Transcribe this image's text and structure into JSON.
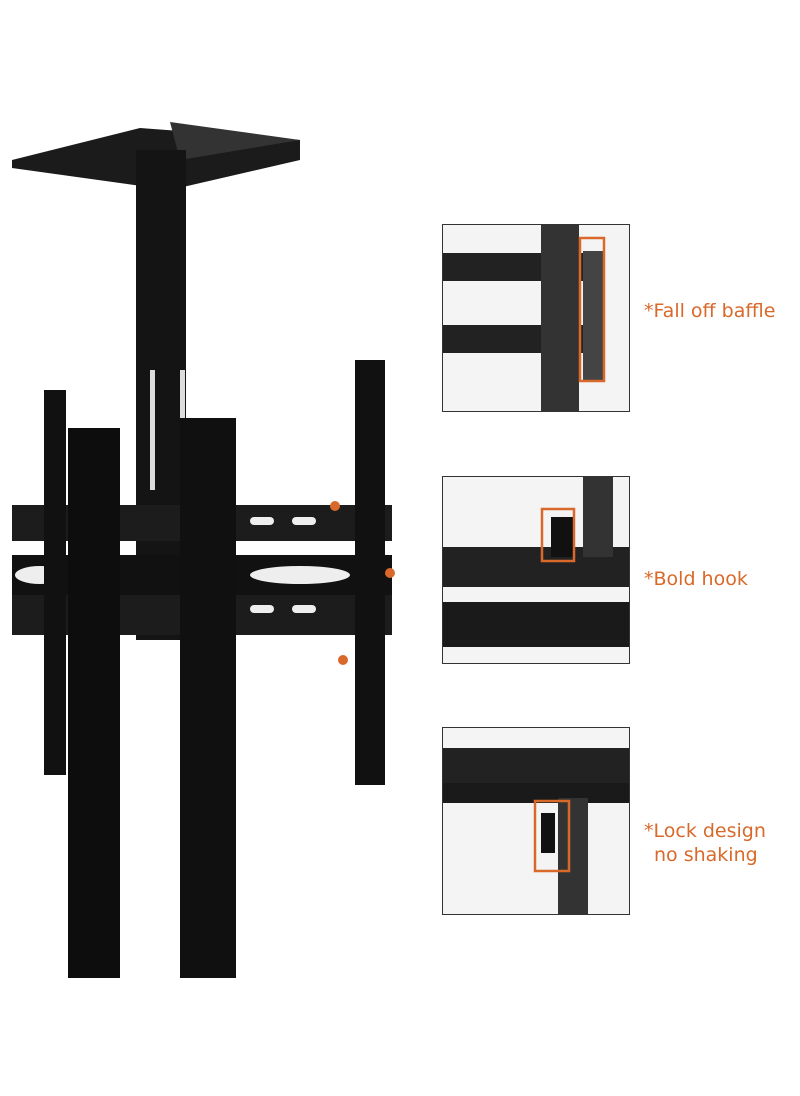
{
  "colors": {
    "accent": "#d9692a",
    "metal": "#1a1a1a",
    "frame": "#333333"
  },
  "callouts": [
    {
      "lines": [
        "*Fall off baffle"
      ]
    },
    {
      "lines": [
        "*Bold hook"
      ]
    },
    {
      "lines": [
        "*Lock design",
        "no shaking"
      ]
    }
  ]
}
